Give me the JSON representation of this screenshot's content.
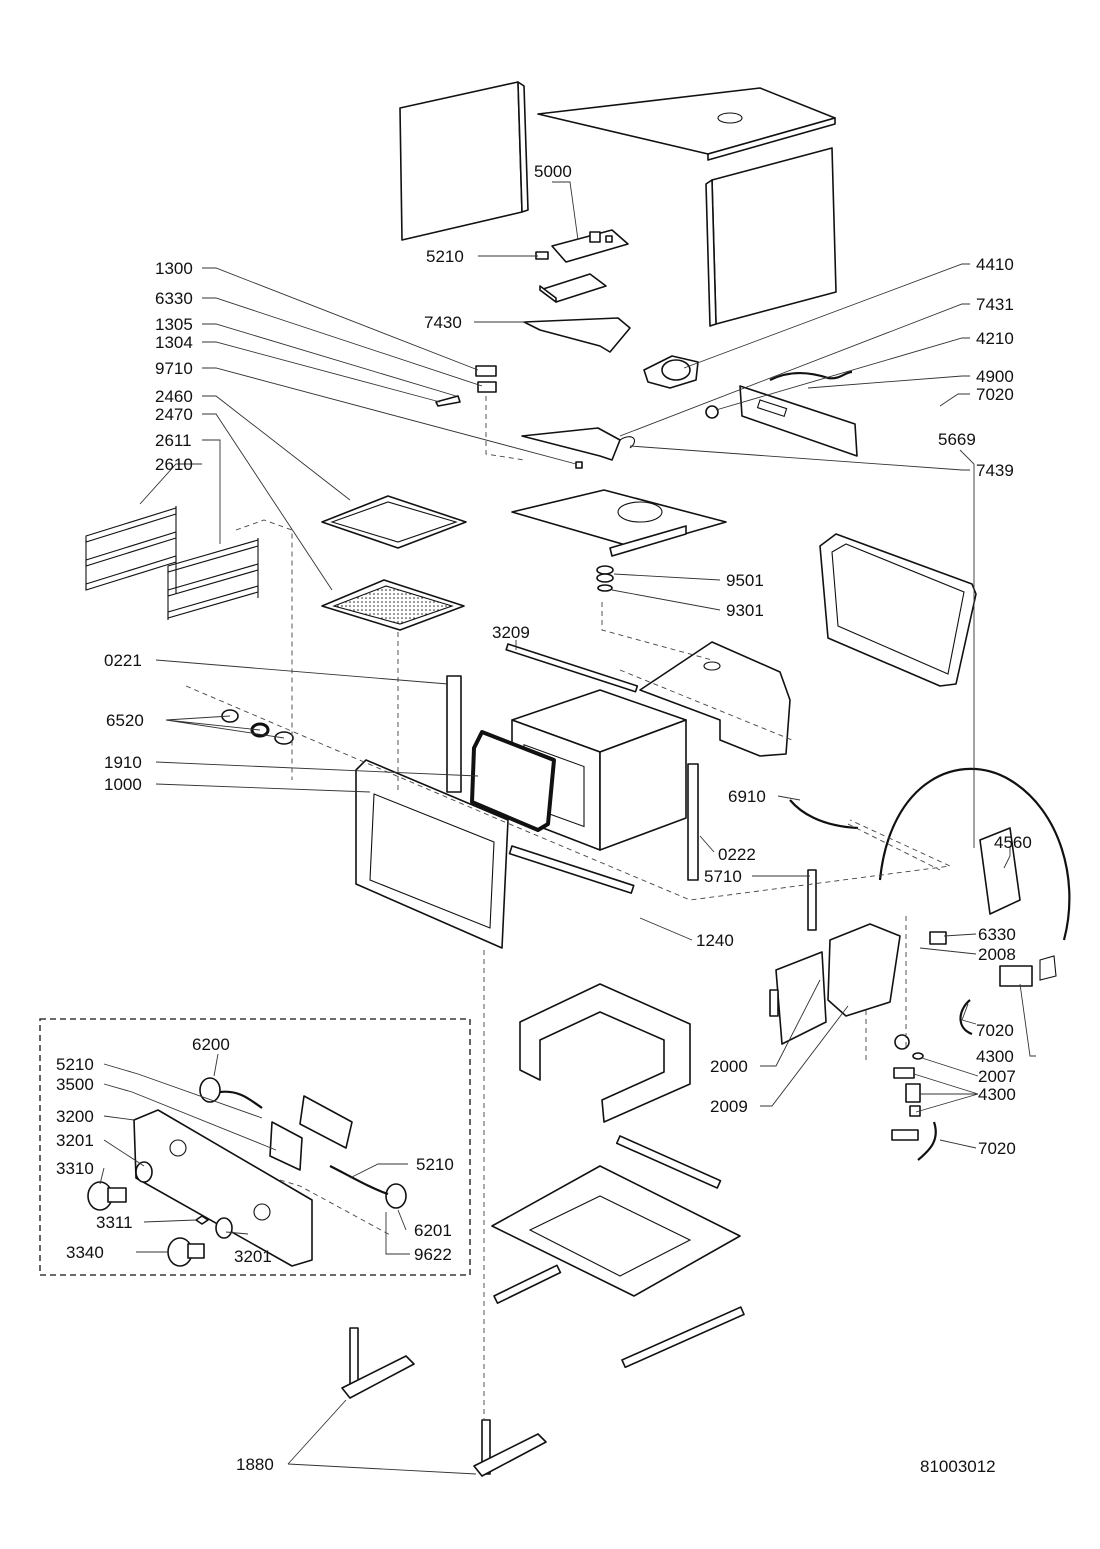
{
  "drawing_number": "81003012",
  "callouts": [
    {
      "id": "c5000",
      "text": "5000"
    },
    {
      "id": "c5210a",
      "text": "5210"
    },
    {
      "id": "c1300",
      "text": "1300"
    },
    {
      "id": "c6330a",
      "text": "6330"
    },
    {
      "id": "c1305",
      "text": "1305"
    },
    {
      "id": "c1304",
      "text": "1304"
    },
    {
      "id": "c9710",
      "text": "9710"
    },
    {
      "id": "c7430",
      "text": "7430"
    },
    {
      "id": "c4410",
      "text": "4410"
    },
    {
      "id": "c7431",
      "text": "7431"
    },
    {
      "id": "c4210",
      "text": "4210"
    },
    {
      "id": "c4900",
      "text": "4900"
    },
    {
      "id": "c7439",
      "text": "7439"
    },
    {
      "id": "c2460",
      "text": "2460"
    },
    {
      "id": "c2470",
      "text": "2470"
    },
    {
      "id": "c2611",
      "text": "2611"
    },
    {
      "id": "c2610",
      "text": "2610"
    },
    {
      "id": "c9501",
      "text": "9501"
    },
    {
      "id": "c9301",
      "text": "9301"
    },
    {
      "id": "c3209",
      "text": "3209"
    },
    {
      "id": "c0221",
      "text": "0221"
    },
    {
      "id": "c6520",
      "text": "6520"
    },
    {
      "id": "c1910",
      "text": "1910"
    },
    {
      "id": "c1000",
      "text": "1000"
    },
    {
      "id": "c7020a",
      "text": "7020"
    },
    {
      "id": "c5669",
      "text": "5669"
    },
    {
      "id": "c4560",
      "text": "4560"
    },
    {
      "id": "c6910",
      "text": "6910"
    },
    {
      "id": "c0222",
      "text": "0222"
    },
    {
      "id": "c5710",
      "text": "5710"
    },
    {
      "id": "c1240",
      "text": "1240"
    },
    {
      "id": "c6330b",
      "text": "6330"
    },
    {
      "id": "c2008",
      "text": "2008"
    },
    {
      "id": "c7020b",
      "text": "7020"
    },
    {
      "id": "c4300a",
      "text": "4300"
    },
    {
      "id": "c2007",
      "text": "2007"
    },
    {
      "id": "c4300b",
      "text": "4300"
    },
    {
      "id": "c7020c",
      "text": "7020"
    },
    {
      "id": "c2000",
      "text": "2000"
    },
    {
      "id": "c2009",
      "text": "2009"
    },
    {
      "id": "c6200",
      "text": "6200"
    },
    {
      "id": "c5210b",
      "text": "5210"
    },
    {
      "id": "c3500",
      "text": "3500"
    },
    {
      "id": "c3200",
      "text": "3200"
    },
    {
      "id": "c3201a",
      "text": "3201"
    },
    {
      "id": "c3310",
      "text": "3310"
    },
    {
      "id": "c5210c",
      "text": "5210"
    },
    {
      "id": "c3311",
      "text": "3311"
    },
    {
      "id": "c6201",
      "text": "6201"
    },
    {
      "id": "c3340",
      "text": "3340"
    },
    {
      "id": "c3201b",
      "text": "3201"
    },
    {
      "id": "c9622",
      "text": "9622"
    },
    {
      "id": "c1880",
      "text": "1880"
    }
  ]
}
